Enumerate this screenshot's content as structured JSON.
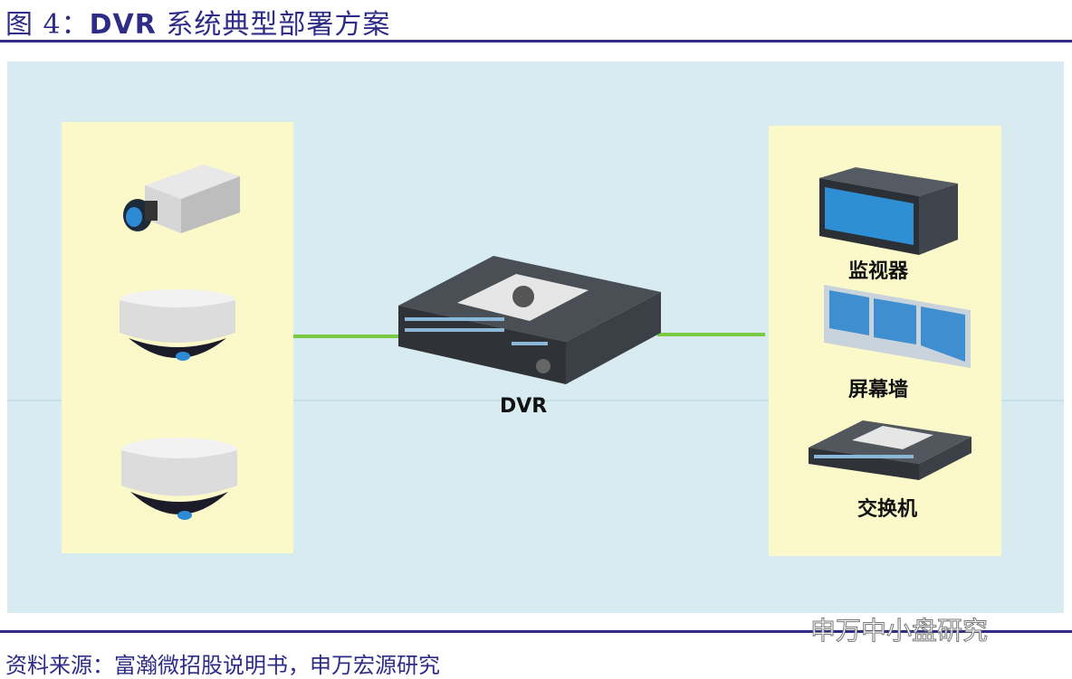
{
  "title": {
    "prefix": "图 4：",
    "bold": "DVR",
    "rest": " 系统典型部署方案"
  },
  "diagram": {
    "center_label": "DVR",
    "inputs": [
      "box-camera",
      "dome-camera",
      "dome-camera"
    ],
    "outputs": [
      {
        "label": "监视器"
      },
      {
        "label": "屏幕墙"
      },
      {
        "label": "交换机"
      }
    ],
    "colors": {
      "background": "#d8ebf0",
      "panel": "#fbf9c9",
      "link": "#7ac943",
      "accent": "#2e2c86"
    }
  },
  "source": "资料来源：富瀚微招股说明书，申万宏源研究",
  "watermark": "申万中小盘研究"
}
